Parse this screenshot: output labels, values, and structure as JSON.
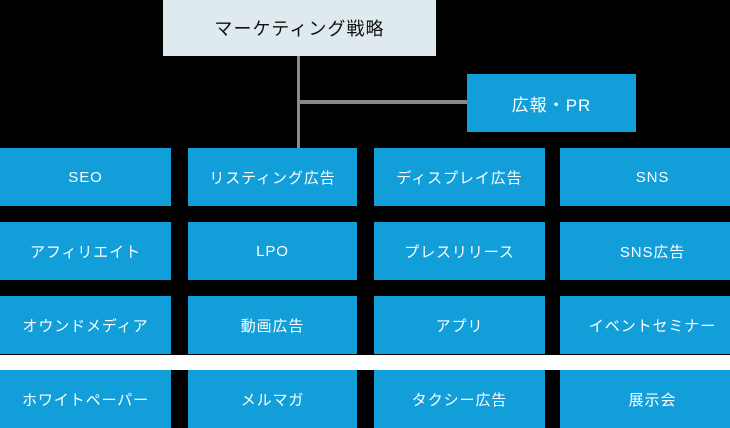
{
  "diagram": {
    "title": "マーケティング戦略",
    "root": {
      "label": "マーケティング戦略"
    },
    "branch": {
      "label": "広報・PR"
    },
    "connectors": {
      "trunk_color": "#8a8a8a",
      "branch_color": "#8a8a8a"
    },
    "colors": {
      "background": "#000000",
      "root_fill": "#dfeaef",
      "root_text": "#111111",
      "cell_fill": "#119ed9",
      "cell_text": "#ffffff",
      "separator": "#ffffff"
    },
    "grid": {
      "columns": 4,
      "rows": 4,
      "cells": [
        {
          "label": "SEO"
        },
        {
          "label": "リスティング広告"
        },
        {
          "label": "ディスプレイ広告"
        },
        {
          "label": "SNS"
        },
        {
          "label": "アフィリエイト"
        },
        {
          "label": "LPO"
        },
        {
          "label": "プレスリリース"
        },
        {
          "label": "SNS広告"
        },
        {
          "label": "オウンドメディア"
        },
        {
          "label": "動画広告"
        },
        {
          "label": "アプリ"
        },
        {
          "label": "イベントセミナー"
        },
        {
          "label": "ホワイトペーパー"
        },
        {
          "label": "メルマガ"
        },
        {
          "label": "タクシー広告"
        },
        {
          "label": "展示会"
        }
      ]
    }
  }
}
